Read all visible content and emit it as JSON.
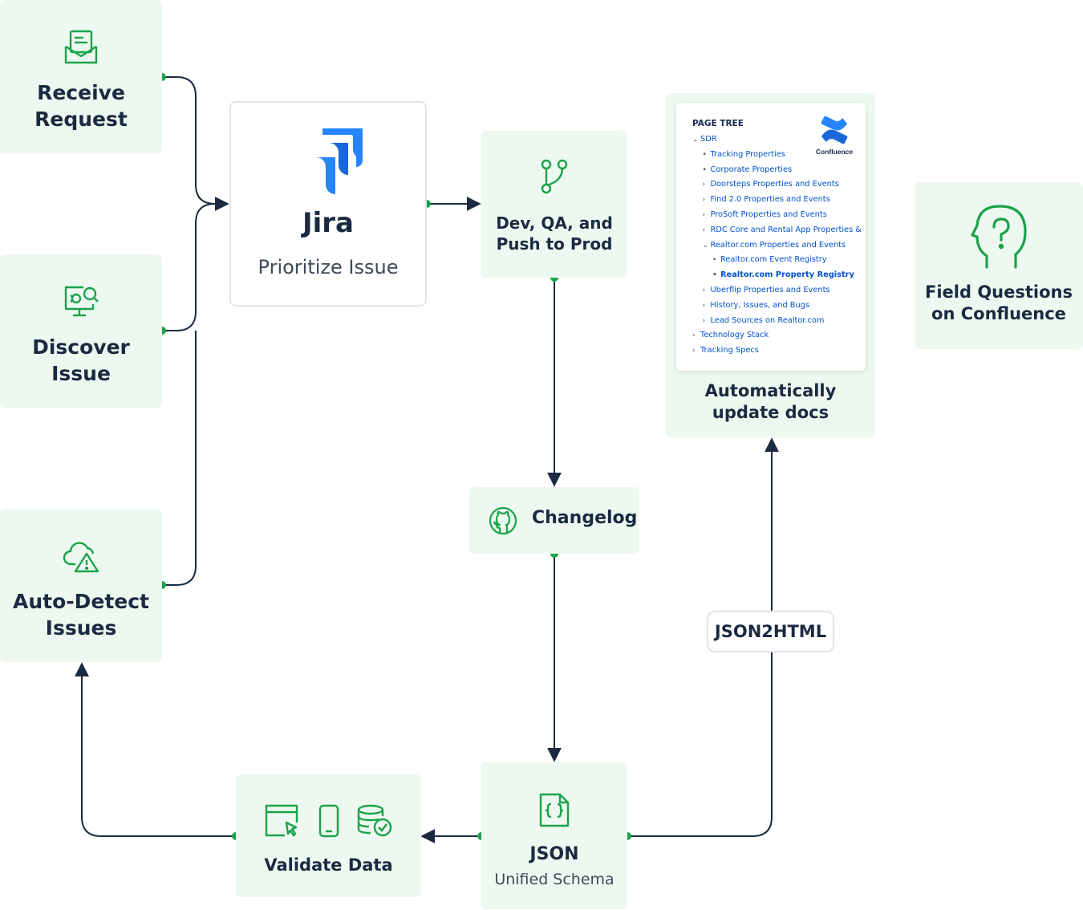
{
  "nodes": {
    "receive_request": {
      "line1": "Receive",
      "line2": "Request",
      "icon": "mail-inbox-icon"
    },
    "discover_issue": {
      "line1": "Discover",
      "line2": "Issue",
      "icon": "monitor-bug-search-icon"
    },
    "auto_detect": {
      "line1": "Auto-Detect",
      "line2": "Issues",
      "icon": "cloud-warning-icon"
    },
    "jira": {
      "title": "Jira",
      "subtitle": "Prioritize Issue",
      "icon": "jira-logo"
    },
    "dev_qa": {
      "line1": "Dev, QA, and",
      "line2": "Push to Prod",
      "icon": "git-branch-icon"
    },
    "changelog": {
      "label": "Changelog",
      "icon": "github-icon"
    },
    "json": {
      "title": "JSON",
      "subtitle": "Unified Schema",
      "icon": "json-file-icon"
    },
    "validate": {
      "label": "Validate Data",
      "icons": [
        "browser-click-icon",
        "mobile-icon",
        "database-check-icon"
      ]
    },
    "docs": {
      "line1": "Automatically",
      "line2": "update docs"
    },
    "field_questions": {
      "line1": "Field Questions",
      "line2": "on Confluence",
      "icon": "head-question-icon"
    },
    "json2html": {
      "label": "JSON2HTML"
    }
  },
  "page_tree": {
    "title": "PAGE TREE",
    "logo_text": "Confluence",
    "items": [
      {
        "text": "SDR",
        "marker": "v",
        "level": 0
      },
      {
        "text": "Tracking Properties",
        "marker": "•",
        "level": 1
      },
      {
        "text": "Corporate Properties",
        "marker": "•",
        "level": 1
      },
      {
        "text": "Doorsteps Properties and Events",
        "marker": ">",
        "level": 1
      },
      {
        "text": "Find 2.0 Properties and Events",
        "marker": ">",
        "level": 1
      },
      {
        "text": "ProSoft Properties and Events",
        "marker": ">",
        "level": 1
      },
      {
        "text": "RDC Core and Rental App Properties &",
        "marker": ">",
        "level": 1
      },
      {
        "text": "Realtor.com Properties and Events",
        "marker": "v",
        "level": 1
      },
      {
        "text": "Realtor.com Event Registry",
        "marker": "•",
        "level": 2
      },
      {
        "text": "Realtor.com Property Registry",
        "marker": "•",
        "level": 2,
        "bold": true
      },
      {
        "text": "Uberflip Properties and Events",
        "marker": ">",
        "level": 1
      },
      {
        "text": "History, Issues, and Bugs",
        "marker": ">",
        "level": 1
      },
      {
        "text": "Lead Sources on Realtor.com",
        "marker": ">",
        "level": 1
      },
      {
        "text": "Technology Stack",
        "marker": ">",
        "level": 0
      },
      {
        "text": "Tracking Specs",
        "marker": ">",
        "level": 0
      }
    ]
  },
  "colors": {
    "accent": "#1aa34a",
    "box": "#edf9f0",
    "wire": "#1b2a41",
    "text": "#1b2a41",
    "jira_blue": "#2684ff"
  }
}
